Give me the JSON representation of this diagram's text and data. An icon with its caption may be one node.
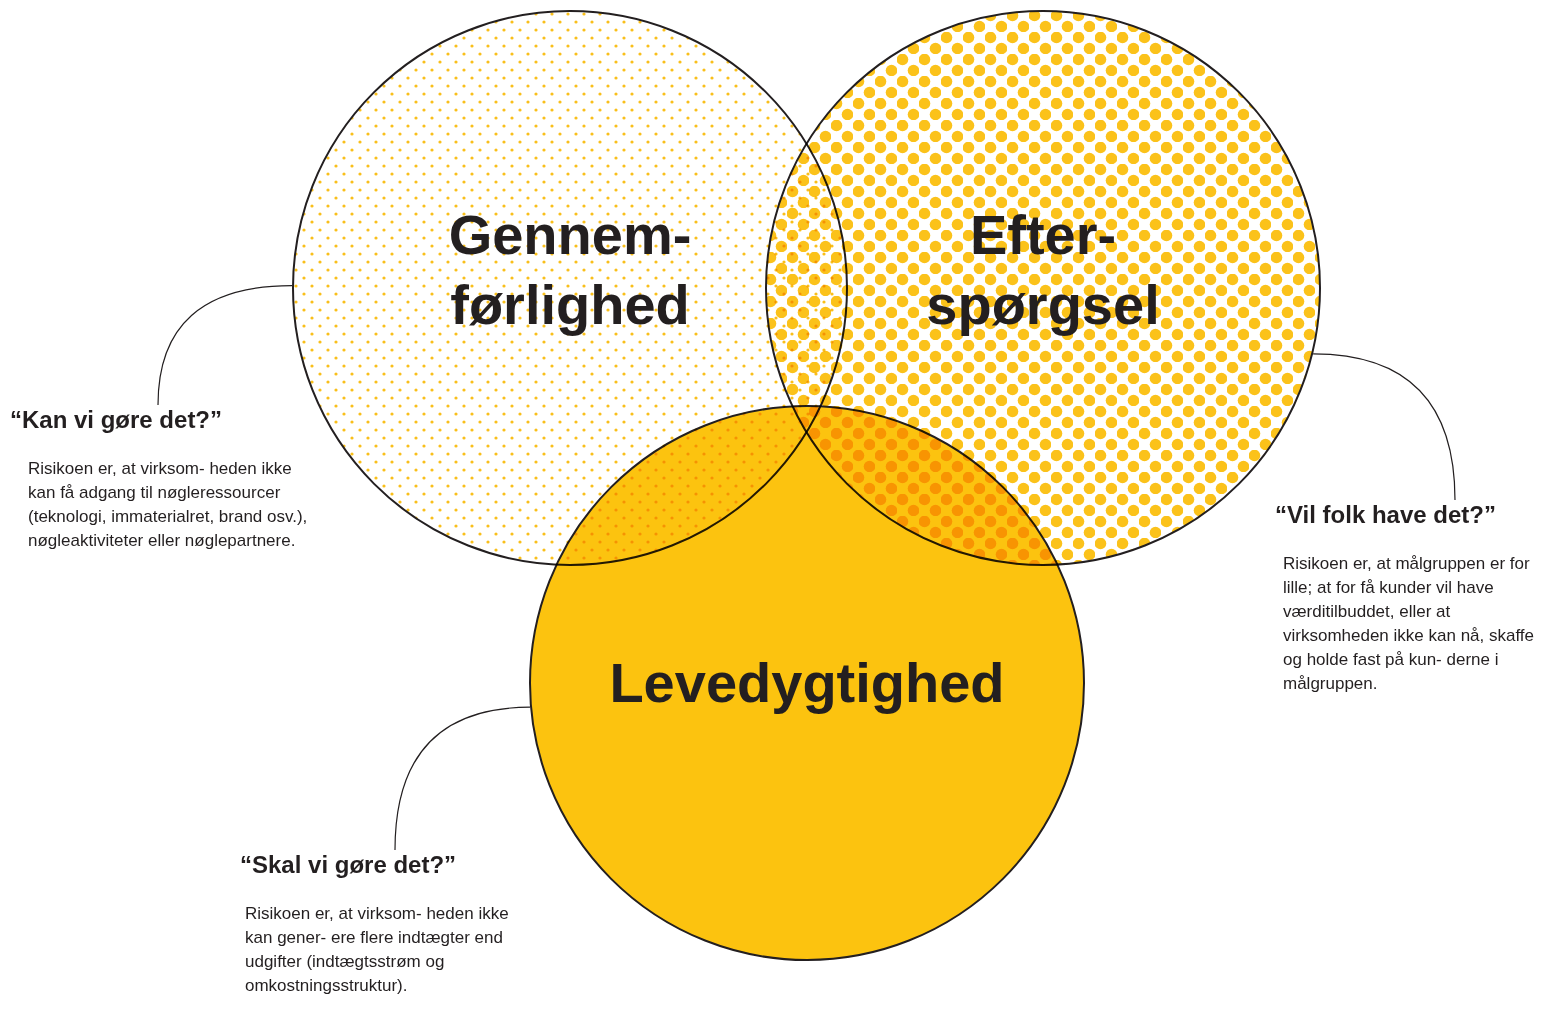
{
  "diagram": {
    "nodes": [
      {
        "text": [
          "Gennem- førlighed"
        ]
      },
      {
        "text": [
          "Efter- spørgsel"
        ]
      },
      {
        "text": [
          "Levedygtighed"
        ]
      },
      {
        "text": [
          "“Kan vi gøre det?”",
          "Risikoen er, at virksom- heden ikke kan få adgang til nøgleressourcer (teknologi, immaterialret, brand osv.), nøgleaktiviteter eller nøglepartnere."
        ]
      },
      {
        "text": [
          "“Vil folk have det?”",
          "Risikoen er, at målgruppen er for lille; at for få kunder vil have værditilbuddet, eller at virksomheden ikke kan nå, skaffe og holde fast på kun- derne i målgruppen."
        ]
      },
      {
        "text": [
          "“Skal vi gøre det?”",
          "Risikoen er, at virksom- heden ikke kan gener- ere flere indtægter end udgifter (indtægtsstrøm og omkostningsstruktur)."
        ]
      }
    ],
    "edges": [
      {
        "from": 3,
        "to": 0,
        "arrow": "none"
      },
      {
        "from": 4,
        "to": 1,
        "arrow": "none"
      },
      {
        "from": 5,
        "to": 2,
        "arrow": "none"
      }
    ]
  }
}
